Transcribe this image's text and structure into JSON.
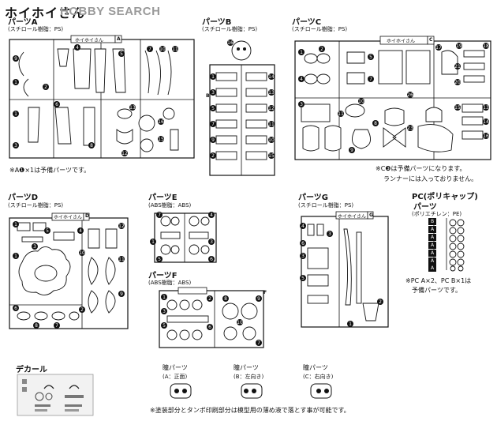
{
  "header": {
    "title": "ホイホイさん",
    "watermark": "HOBBY SEARCH"
  },
  "sprues": {
    "A": {
      "title": "パーツA",
      "material": "(スチロール樹脂：PS)",
      "plate_label": "ホイホイさん",
      "letter": "A",
      "note": "※A❶×1は予備パーツです。"
    },
    "B": {
      "title": "パーツB",
      "material": "(スチロール樹脂：PS)",
      "letter": "B"
    },
    "C": {
      "title": "パーツC",
      "material": "(スチロール樹脂：PS)",
      "plate_label": "ホイホイさん",
      "letter": "C",
      "note_line1": "※C❸は予備パーツになります。",
      "note_line2": "ランナーには入っておりません。"
    },
    "D": {
      "title": "パーツD",
      "material": "(スチロール樹脂：PS)",
      "plate_label": "ホイホイさん",
      "letter": "D"
    },
    "E": {
      "title": "パーツE",
      "material": "(ABS樹脂：ABS)"
    },
    "F": {
      "title": "パーツF",
      "material": "(ABS樹脂：ABS)",
      "letter": "F"
    },
    "G": {
      "title": "パーツG",
      "material": "(スチロール樹脂：PS)",
      "plate_label": "ホイホイさん",
      "letter": "G"
    },
    "PC": {
      "title": "PC(ポリキャップ)",
      "title2": "パーツ",
      "material": "(ポリエチレン：PE)",
      "letters": [
        "B",
        "A",
        "A",
        "A",
        "A",
        "A",
        "A"
      ],
      "note_line1": "※PC A×2、PC B×1は",
      "note_line2": "予備パーツです。"
    }
  },
  "decal": {
    "title": "デカール"
  },
  "eyes": [
    {
      "label": "瞳パーツ",
      "sub": "(A：正面)"
    },
    {
      "label": "瞳パーツ",
      "sub": "(B：左向き)"
    },
    {
      "label": "瞳パーツ",
      "sub": "(C：右向き)"
    }
  ],
  "footer": {
    "note": "※塗装部分とタンポ印刷部分は模型用の薄め液で落とす事が可能です。"
  }
}
